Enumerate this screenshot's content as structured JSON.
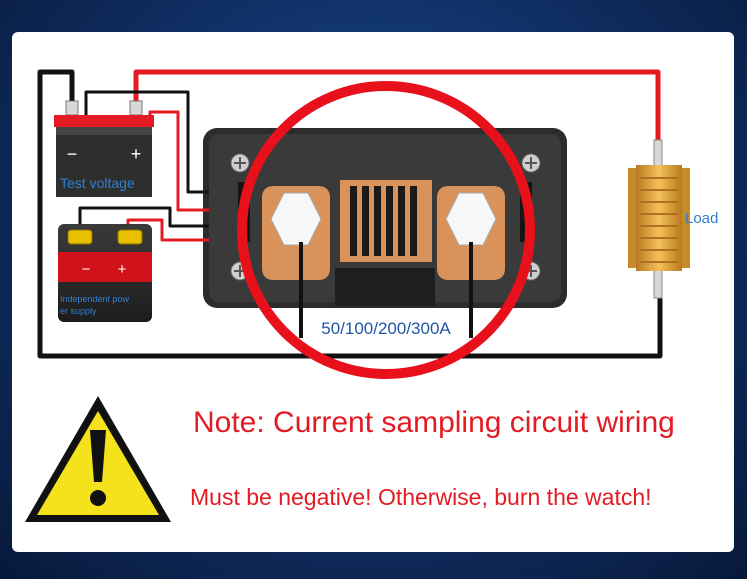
{
  "diagram": {
    "battery_test_label": "Test voltage",
    "battery_test_minus": "−",
    "battery_test_plus": "+",
    "battery_power_label_line1": "Independent pow",
    "battery_power_label_line2": "er supply",
    "battery_power_minus": "−",
    "battery_power_plus": "+",
    "load_label": "Load",
    "shunt_label": "50/100/200/300A",
    "colors": {
      "positive_wire": "#e31b23",
      "negative_wire": "#111111",
      "highlight_ring": "#e8101a",
      "terminal_copper": "#d9935a",
      "resistor_gold": "#e2a33a",
      "label_blue": "#2f7fd1"
    }
  },
  "notes": {
    "title": "Note: Current sampling circuit wiring",
    "warning": "Must be negative! Otherwise, burn the watch!",
    "warning_icon": "warning-triangle-icon"
  }
}
